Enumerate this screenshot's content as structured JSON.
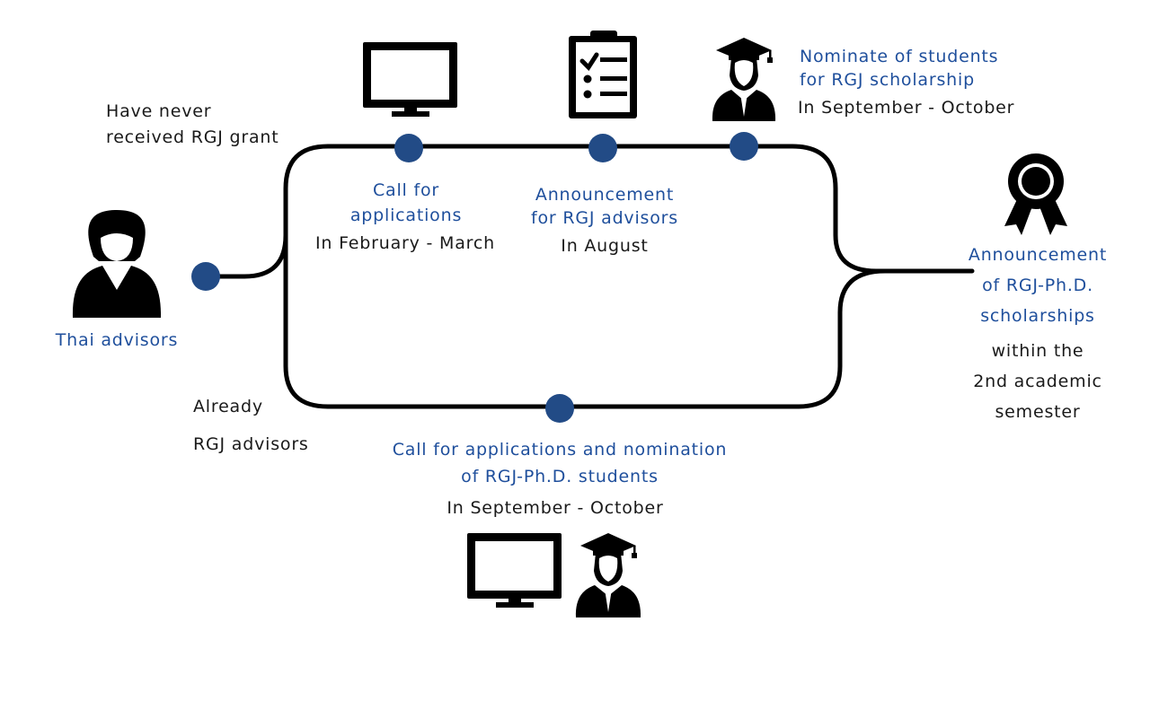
{
  "colors": {
    "accent": "#1f4f9c",
    "text": "#1a1a1a",
    "node": "#224b86",
    "line": "#000000",
    "icon": "#000000"
  },
  "icons": {
    "advisor": "female-advisor-icon",
    "monitor_top": "computer-monitor-icon",
    "clipboard": "checklist-clipboard-icon",
    "graduate_top": "graduate-student-icon",
    "award": "award-ribbon-icon",
    "monitor_bottom": "computer-monitor-icon",
    "graduate_bottom": "graduate-student-icon"
  },
  "start": {
    "label": "Thai advisors"
  },
  "branches": {
    "upper_line1": "Have never",
    "upper_line2": "received RGJ grant",
    "lower_line1": "Already",
    "lower_line2": "RGJ advisors"
  },
  "steps": {
    "call_for_applications": {
      "title_line1": "Call for",
      "title_line2": "applications",
      "period": "In February - March"
    },
    "announcement_advisors": {
      "title_line1": "Announcement",
      "title_line2": "for RGJ advisors",
      "period": "In August"
    },
    "nominate_students": {
      "title_line1": "Nominate of students",
      "title_line2": "for RGJ scholarship",
      "period": "In September - October"
    },
    "call_and_nomination": {
      "title_line1": "Call for applications and nomination",
      "title_line2": "of RGJ-Ph.D. students",
      "period": "In September - October"
    },
    "final_announcement": {
      "title_line1": "Announcement",
      "title_line2": "of RGJ-Ph.D.",
      "title_line3": "scholarships",
      "period_line1": "within the",
      "period_line2": "2nd academic",
      "period_line3": "semester"
    }
  }
}
